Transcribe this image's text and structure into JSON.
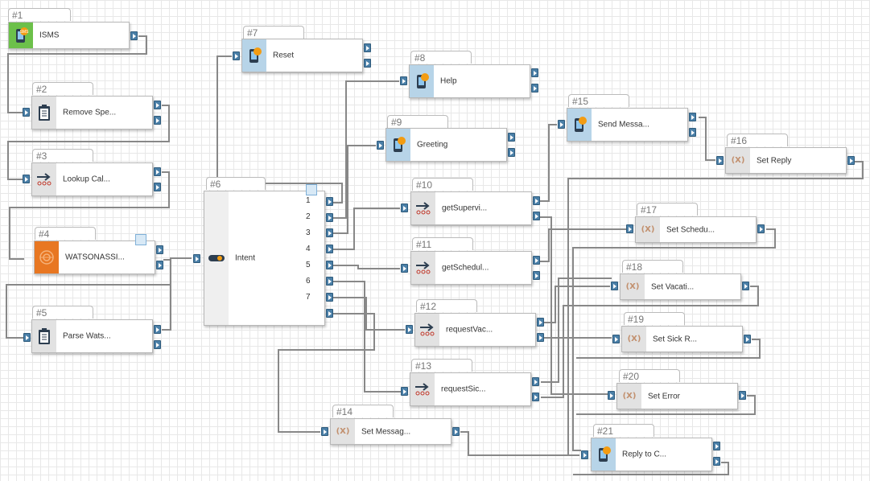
{
  "nodes": [
    {
      "id": "n1",
      "num": "#1",
      "label": "ISMS",
      "icon": "sms-phone-icon",
      "style": "start"
    },
    {
      "id": "n2",
      "num": "#2",
      "label": "Remove Spe...",
      "icon": "clipboard-icon",
      "style": "gray"
    },
    {
      "id": "n3",
      "num": "#3",
      "label": "Lookup Cal...",
      "icon": "lookup-arrow-icon",
      "style": "gray"
    },
    {
      "id": "n4",
      "num": "#4",
      "label": "WATSONASSI...",
      "icon": "watson-icon",
      "style": "orange"
    },
    {
      "id": "n5",
      "num": "#5",
      "label": "Parse Wats...",
      "icon": "clipboard-icon",
      "style": "gray"
    },
    {
      "id": "n6",
      "num": "#6",
      "label": "Intent",
      "icon": "toggle-switch-icon",
      "style": "white"
    },
    {
      "id": "n7",
      "num": "#7",
      "label": "Reset",
      "icon": "sms-phone-icon",
      "style": "sms"
    },
    {
      "id": "n8",
      "num": "#8",
      "label": "Help",
      "icon": "sms-phone-icon",
      "style": "sms"
    },
    {
      "id": "n9",
      "num": "#9",
      "label": "Greeting",
      "icon": "sms-phone-icon",
      "style": "sms"
    },
    {
      "id": "n10",
      "num": "#10",
      "label": "getSupervi...",
      "icon": "lookup-arrow-icon",
      "style": "gray"
    },
    {
      "id": "n11",
      "num": "#11",
      "label": "getSchedul...",
      "icon": "lookup-arrow-icon",
      "style": "gray"
    },
    {
      "id": "n12",
      "num": "#12",
      "label": "requestVac...",
      "icon": "lookup-arrow-icon",
      "style": "gray"
    },
    {
      "id": "n13",
      "num": "#13",
      "label": "requestSic...",
      "icon": "lookup-arrow-icon",
      "style": "gray"
    },
    {
      "id": "n14",
      "num": "#14",
      "label": "Set Messag...",
      "icon": "variable-icon",
      "style": "gray"
    },
    {
      "id": "n15",
      "num": "#15",
      "label": "Send Messa...",
      "icon": "sms-phone-icon",
      "style": "sms"
    },
    {
      "id": "n16",
      "num": "#16",
      "label": "Set Reply",
      "icon": "variable-icon",
      "style": "gray"
    },
    {
      "id": "n17",
      "num": "#17",
      "label": "Set Schedu...",
      "icon": "variable-icon",
      "style": "gray"
    },
    {
      "id": "n18",
      "num": "#18",
      "label": "Set Vacati...",
      "icon": "variable-icon",
      "style": "gray"
    },
    {
      "id": "n19",
      "num": "#19",
      "label": "Set Sick R...",
      "icon": "variable-icon",
      "style": "gray"
    },
    {
      "id": "n20",
      "num": "#20",
      "label": "Set Error",
      "icon": "variable-icon",
      "style": "gray"
    },
    {
      "id": "n21",
      "num": "#21",
      "label": "Reply to C...",
      "icon": "sms-phone-icon",
      "style": "sms"
    }
  ],
  "intent_ports": [
    "1",
    "2",
    "3",
    "4",
    "5",
    "6",
    "7"
  ],
  "sms_badge": "SMS",
  "variable_glyph": "(X)",
  "colors": {
    "wire": "#888888",
    "port": "#4a7fa7",
    "sms_bg": "#b7d4e8",
    "start_bg": "#6cc04a",
    "watson_bg": "#e87722"
  }
}
